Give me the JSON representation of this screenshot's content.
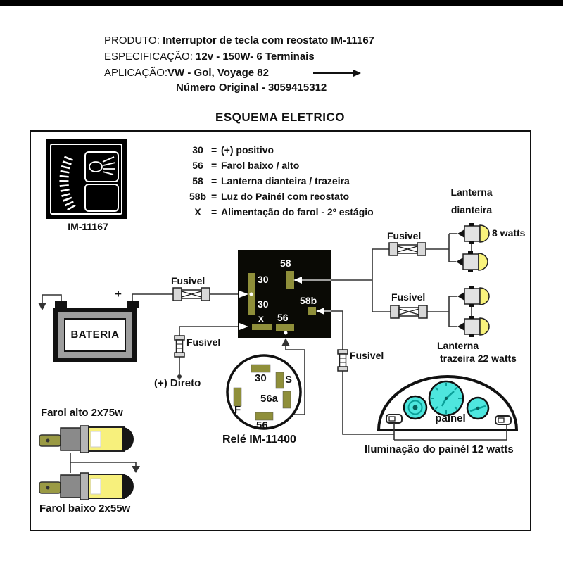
{
  "header": {
    "product_label": "PRODUTO:",
    "product_value": "Interruptor de tecla com reostato  IM-11167",
    "spec_label": "ESPECIFICAÇÃO:",
    "spec_value": "12v - 150W- 6 Terminais",
    "app_label": "APLICAÇÃO:",
    "app_value": "VW - Gol, Voyage 82",
    "original_number": "Número Original - 3059415312",
    "title": "ESQUEMA ELETRICO"
  },
  "legend": {
    "eq": "=",
    "rows": [
      {
        "key": "30",
        "desc": "(+) positivo"
      },
      {
        "key": "56",
        "desc": "Farol baixo / alto"
      },
      {
        "key": "58",
        "desc": "Lanterna dianteira / trazeira"
      },
      {
        "key": "58b",
        "desc": "Luz do Painél com reostato"
      },
      {
        "key": "X",
        "desc": "Alimentação do farol - 2º estágio"
      }
    ]
  },
  "switch": {
    "caption": "IM-11167",
    "terminals": {
      "t58": "58",
      "t30a": "30",
      "t30b": "30",
      "t58b": "58b",
      "tx": "x",
      "t56": "56"
    }
  },
  "relay": {
    "caption": "Relé IM-11400",
    "terminals": {
      "t30": "30",
      "ts": "S",
      "tf": "F",
      "t56a": "56a",
      "t56": "56"
    }
  },
  "battery": {
    "label": "BATERIA",
    "plus": "+"
  },
  "labels": {
    "fusivel": "Fusivel",
    "direto": "(+) Direto",
    "watts8": "8 watts",
    "lanterna": "Lanterna",
    "dianteira": "dianteira",
    "trazeira_watts": "trazeira 22 watts",
    "painel": "painel",
    "iluminacao": "Iluminação do painél 12 watts",
    "farol_alto": "Farol alto 2x75w",
    "farol_baixo": "Farol baixo 2x55w"
  },
  "colors": {
    "terminal_olive": "#8f8f3a",
    "bulb_yellow": "#f7f07c",
    "gauge_cyan": "#4ee6de",
    "wire": "#333333",
    "box_black": "#0a0a05"
  }
}
